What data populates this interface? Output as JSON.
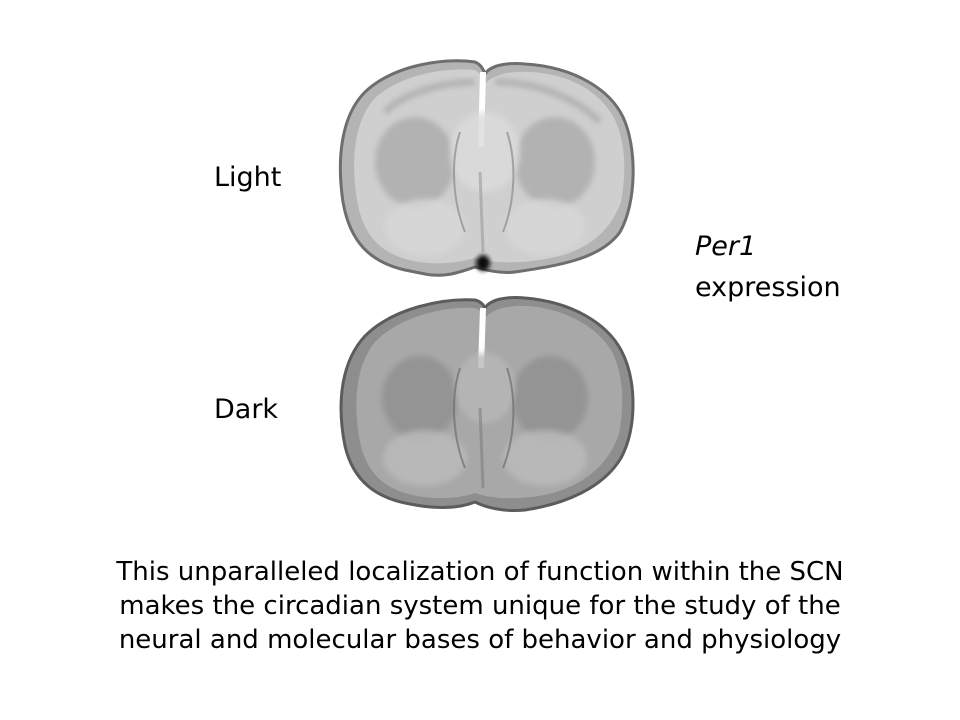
{
  "labels": {
    "light": "Light",
    "dark": "Dark",
    "gene_name": "Per1",
    "gene_suffix": "expression"
  },
  "caption": {
    "line1": "This unparalleled localization of function within the SCN",
    "line2": "makes the circadian system unique for the study of the",
    "line3": "neural and molecular bases of behavior and physiology"
  },
  "colors": {
    "light_tissue": "#c6c6c6",
    "dark_tissue": "#a4a4a4",
    "scn_signal": "#101010"
  }
}
